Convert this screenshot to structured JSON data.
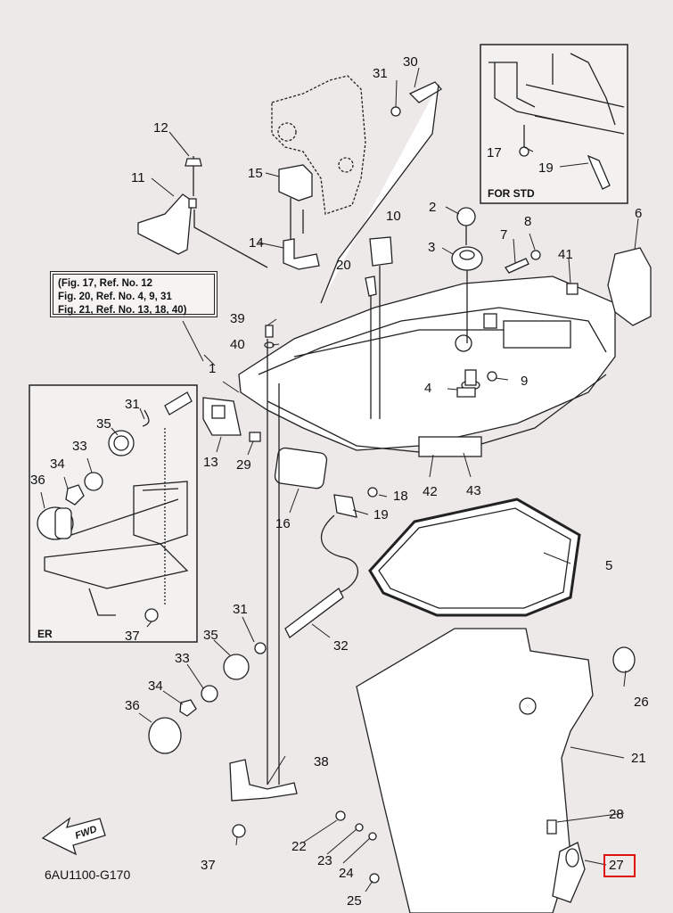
{
  "diagram": {
    "title_code": "6AU1100-G170",
    "fwd_arrow_label": "FWD",
    "reference_note": [
      "(Fig. 17, Ref. No. 12",
      " Fig. 20, Ref. No. 4, 9, 31",
      " Fig. 21, Ref. No. 13, 18, 40)"
    ],
    "inset_std_label": "FOR STD",
    "inset_er_label": "ER",
    "highlighted_part": "27",
    "highlight_color": "#e01010",
    "parts": {
      "p1": "1",
      "p2": "2",
      "p3": "3",
      "p4": "4",
      "p5": "5",
      "p6": "6",
      "p7": "7",
      "p8": "8",
      "p9": "9",
      "p10": "10",
      "p11": "11",
      "p12": "12",
      "p13": "13",
      "p14": "14",
      "p15": "15",
      "p16": "16",
      "p17": "17",
      "p18": "18",
      "p19a": "19",
      "p19b": "19",
      "p20": "20",
      "p21": "21",
      "p22": "22",
      "p23": "23",
      "p24": "24",
      "p25": "25",
      "p26": "26",
      "p27": "27",
      "p28": "28",
      "p29": "29",
      "p30": "30",
      "p31a": "31",
      "p31b": "31",
      "p31c": "31",
      "p32": "32",
      "p33a": "33",
      "p33b": "33",
      "p34a": "34",
      "p34b": "34",
      "p35a": "35",
      "p35b": "35",
      "p36a": "36",
      "p36b": "36",
      "p37a": "37",
      "p37b": "37",
      "p38": "38",
      "p39": "39",
      "p40": "40",
      "p41": "41",
      "p42": "42",
      "p43": "43"
    }
  }
}
